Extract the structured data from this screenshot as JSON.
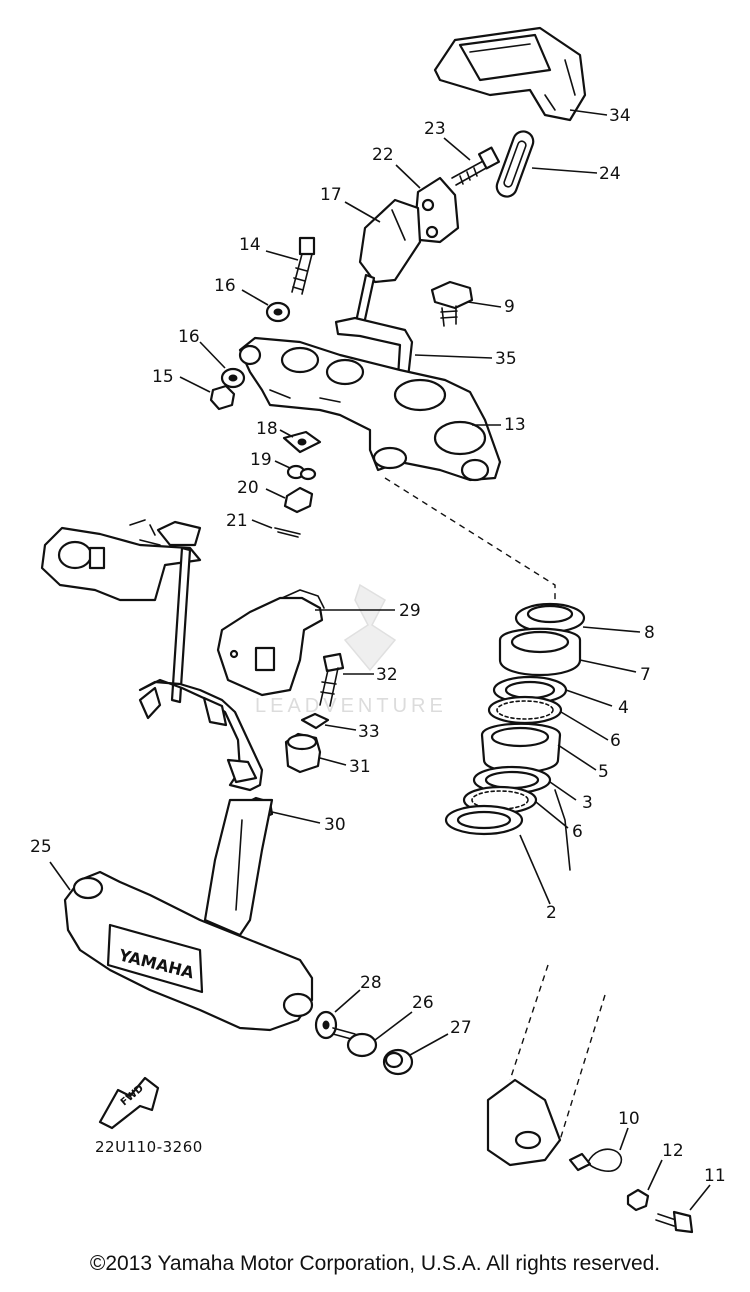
{
  "diagram_code": "22U110-3260",
  "copyright": "©2013 Yamaha Motor Corporation, U.S.A. All rights reserved.",
  "watermark_text": "LEADVENTURE",
  "callouts": [
    {
      "number": "34"
    },
    {
      "number": "23"
    },
    {
      "number": "24"
    },
    {
      "number": "22"
    },
    {
      "number": "17"
    },
    {
      "number": "14"
    },
    {
      "number": "9"
    },
    {
      "number": "16"
    },
    {
      "number": "16"
    },
    {
      "number": "35"
    },
    {
      "number": "15"
    },
    {
      "number": "13"
    },
    {
      "number": "18"
    },
    {
      "number": "19"
    },
    {
      "number": "20"
    },
    {
      "number": "21"
    },
    {
      "number": "29"
    },
    {
      "number": "8"
    },
    {
      "number": "7"
    },
    {
      "number": "32"
    },
    {
      "number": "4"
    },
    {
      "number": "6"
    },
    {
      "number": "33"
    },
    {
      "number": "5"
    },
    {
      "number": "31"
    },
    {
      "number": "3"
    },
    {
      "number": "6"
    },
    {
      "number": "30"
    },
    {
      "number": "25"
    },
    {
      "number": "2"
    },
    {
      "number": "28"
    },
    {
      "number": "26"
    },
    {
      "number": "27"
    },
    {
      "number": "10"
    },
    {
      "number": "12"
    },
    {
      "number": "11"
    }
  ]
}
